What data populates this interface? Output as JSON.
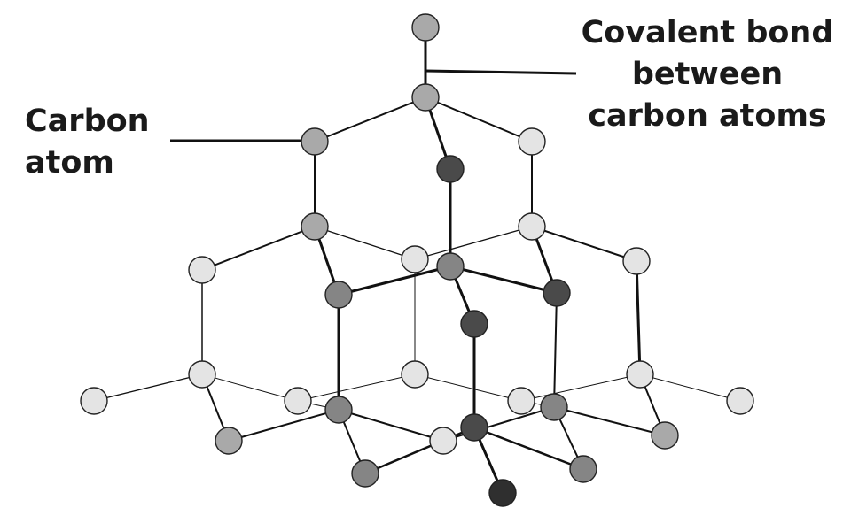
{
  "labels": {
    "carbon_atom": [
      "Carbon",
      "atom"
    ],
    "covalent_bond": [
      "Covalent bond",
      "between",
      "carbon atoms"
    ]
  },
  "colors": {
    "atom_light": "#e4e4e4",
    "atom_mid": "#a9a9a9",
    "atom_grey": "#858585",
    "atom_dark": "#4a4a4a",
    "atom_darkest": "#2f2f2f",
    "bond": "#111111",
    "text": "#1a1a1a"
  },
  "diagram": {
    "structure": "diamond lattice",
    "atoms": [
      {
        "id": "a1",
        "shade": "mid"
      },
      {
        "id": "a2",
        "shade": "mid"
      },
      {
        "id": "a3",
        "shade": "mid"
      },
      {
        "id": "a4",
        "shade": "light"
      },
      {
        "id": "a5",
        "shade": "dark"
      },
      {
        "id": "a6",
        "shade": "mid"
      },
      {
        "id": "a7",
        "shade": "light"
      },
      {
        "id": "a8",
        "shade": "light"
      },
      {
        "id": "a9",
        "shade": "light"
      },
      {
        "id": "a10",
        "shade": "grey"
      },
      {
        "id": "a11",
        "shade": "dark"
      },
      {
        "id": "a12",
        "shade": "light"
      },
      {
        "id": "a13",
        "shade": "grey"
      },
      {
        "id": "a14",
        "shade": "dark"
      },
      {
        "id": "a15",
        "shade": "light"
      },
      {
        "id": "a16",
        "shade": "light"
      },
      {
        "id": "a17",
        "shade": "light"
      },
      {
        "id": "a18",
        "shade": "light"
      },
      {
        "id": "a19",
        "shade": "light"
      },
      {
        "id": "a20",
        "shade": "light"
      },
      {
        "id": "a21",
        "shade": "light"
      },
      {
        "id": "a22",
        "shade": "grey"
      },
      {
        "id": "a23",
        "shade": "grey"
      },
      {
        "id": "a24",
        "shade": "mid"
      },
      {
        "id": "a25",
        "shade": "dark"
      },
      {
        "id": "a26",
        "shade": "light"
      },
      {
        "id": "a27",
        "shade": "mid"
      },
      {
        "id": "a28",
        "shade": "grey"
      },
      {
        "id": "a29",
        "shade": "grey"
      },
      {
        "id": "a30",
        "shade": "darkest"
      }
    ]
  }
}
